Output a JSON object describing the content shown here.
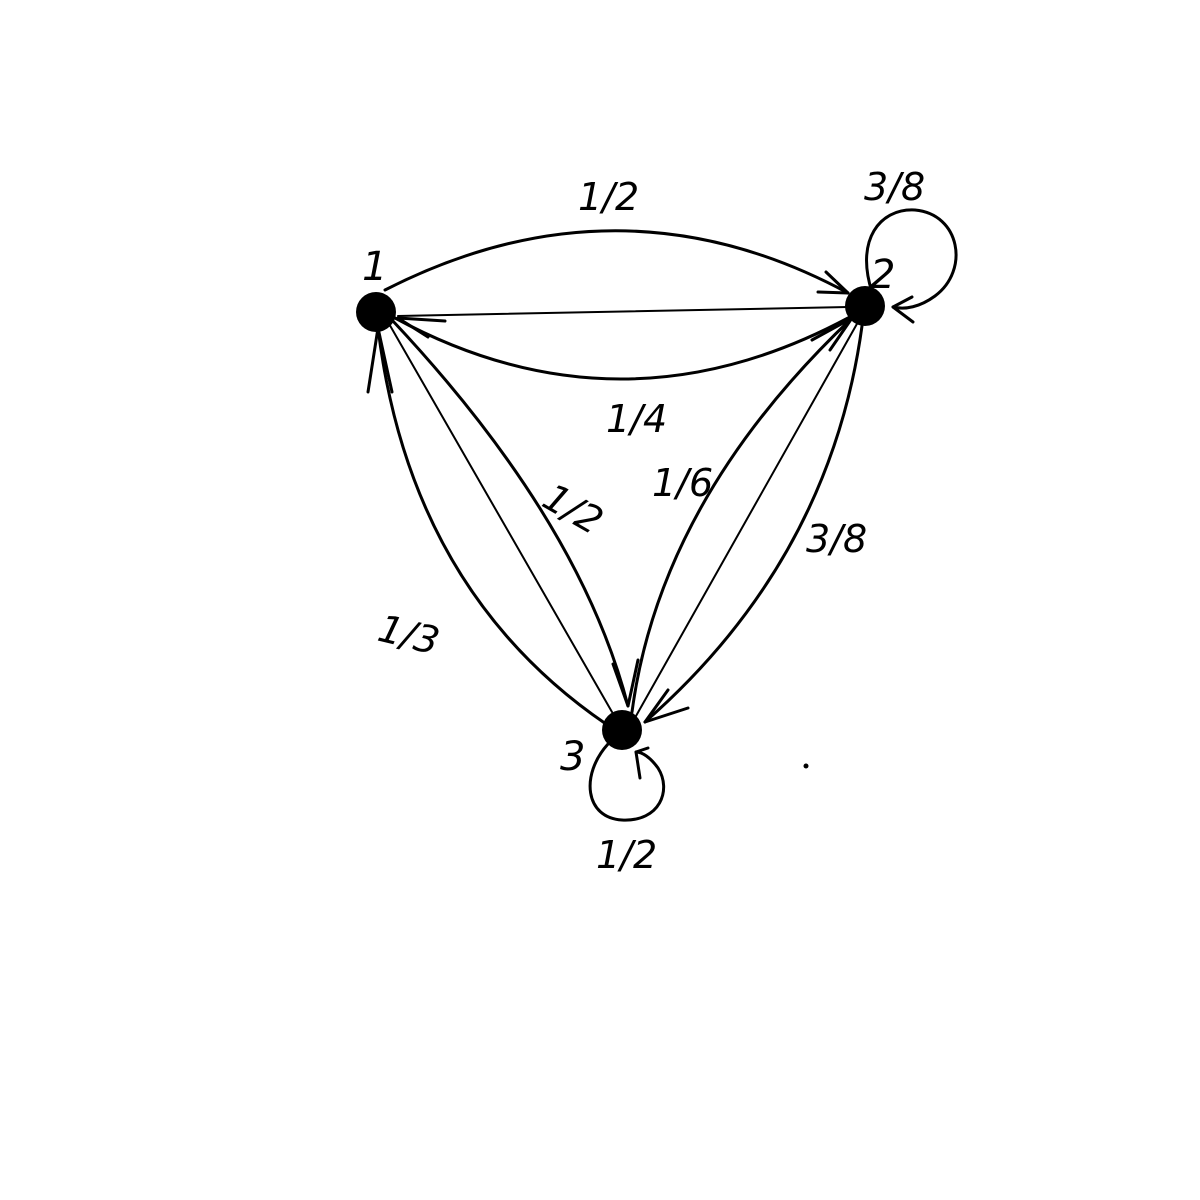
{
  "diagram": {
    "nodes": [
      {
        "id": "1",
        "label": "1"
      },
      {
        "id": "2",
        "label": "2"
      },
      {
        "id": "3",
        "label": "3"
      }
    ],
    "edges": [
      {
        "from": "1",
        "to": "2",
        "weight": "1/2",
        "shape": "upper-arc"
      },
      {
        "from": "2",
        "to": "1",
        "weight": "",
        "shape": "straight"
      },
      {
        "from": "2",
        "to": "1",
        "weight": "1/4",
        "shape": "lower-arc"
      },
      {
        "from": "2",
        "to": "2",
        "weight": "3/8",
        "shape": "self-loop"
      },
      {
        "from": "1",
        "to": "3",
        "weight": "1/2",
        "shape": "inner-arc"
      },
      {
        "from": "1",
        "to": "3",
        "weight": "",
        "shape": "straight"
      },
      {
        "from": "3",
        "to": "1",
        "weight": "1/3",
        "shape": "outer-arc"
      },
      {
        "from": "3",
        "to": "2",
        "weight": "1/6",
        "shape": "inner-arc"
      },
      {
        "from": "3",
        "to": "2",
        "weight": "",
        "shape": "straight"
      },
      {
        "from": "2",
        "to": "3",
        "weight": "3/8",
        "shape": "outer-arc"
      },
      {
        "from": "3",
        "to": "3",
        "weight": "1/2",
        "shape": "self-loop"
      }
    ],
    "colors": {
      "ink": "#000000",
      "background": "#ffffff"
    }
  }
}
